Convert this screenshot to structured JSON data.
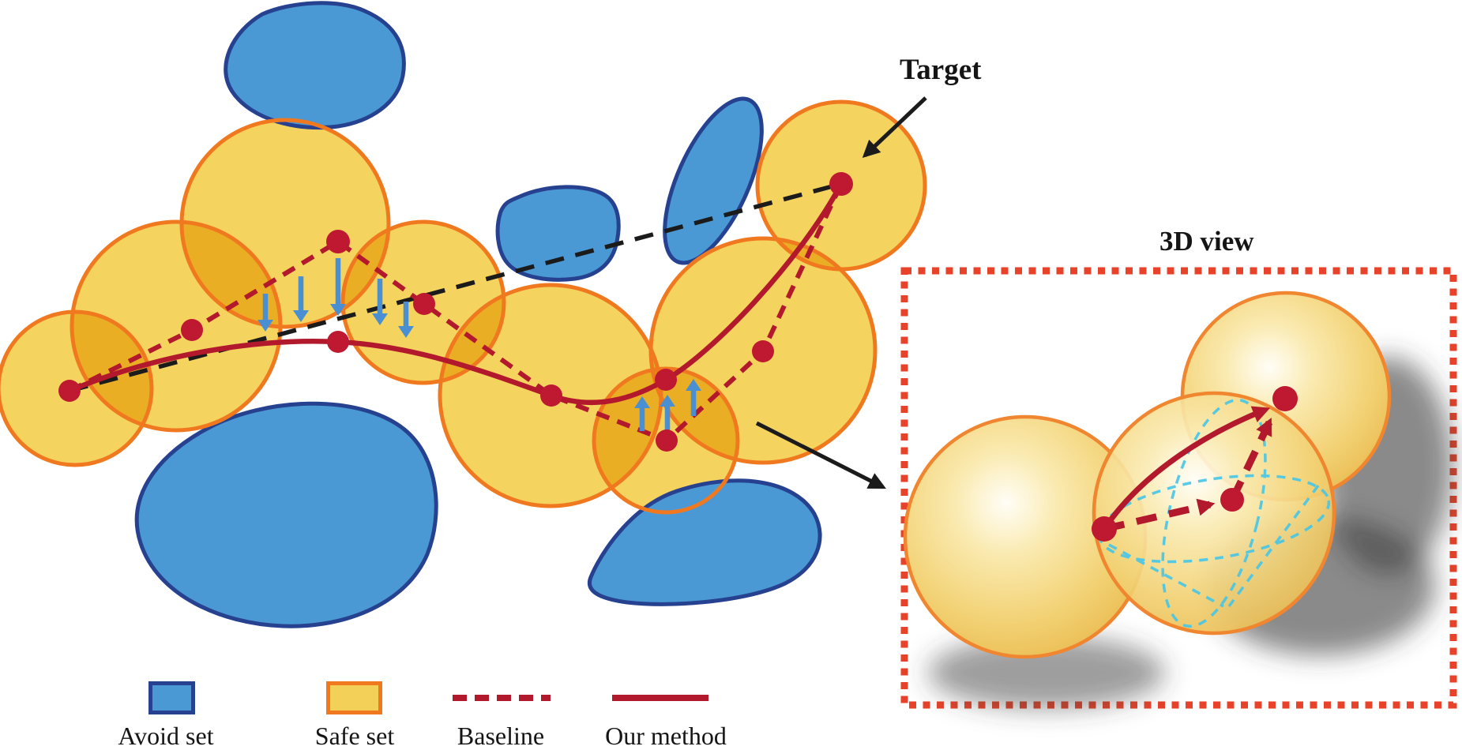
{
  "figure": {
    "target_label": "Target",
    "inset_title": "3D view",
    "legend": [
      {
        "label": "Avoid set",
        "swatch": "rectangle",
        "fill": "#4a99d4",
        "stroke": "#26418f"
      },
      {
        "label": "Safe set",
        "swatch": "rectangle",
        "fill": "#f3d158",
        "stroke": "#f0791f"
      },
      {
        "label": "Baseline",
        "swatch": "dashed-line",
        "color": "#b2192c"
      },
      {
        "label": "Our method",
        "swatch": "solid-line",
        "color": "#b2192c"
      }
    ],
    "colors": {
      "avoid_fill": "#4a99d4",
      "avoid_stroke": "#26418f",
      "safe_fill": "#f4d35e",
      "safe_stroke": "#f0791f",
      "path_red": "#b2192c",
      "reference_black": "#1b1b1b",
      "arrow_blue": "#4a8fd2",
      "inset_border": "#e8432a",
      "wireframe_cyan": "#45c6e8"
    },
    "counts": {
      "safe_sets_2d": 8,
      "avoid_sets_2d": 5,
      "baseline_waypoints": 8,
      "our_method_waypoints": 5,
      "down_arrows": 5,
      "up_arrows": 3,
      "spheres_3d": 3
    }
  }
}
